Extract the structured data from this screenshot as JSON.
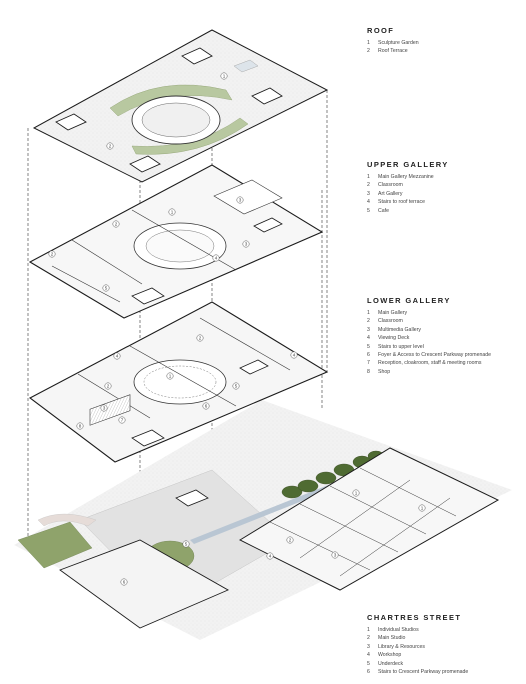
{
  "levels": {
    "roof": {
      "title": "ROOF",
      "items": [
        {
          "num": "1",
          "label": "Sculpture Garden"
        },
        {
          "num": "2",
          "label": "Roof Terrace"
        }
      ],
      "callouts": [
        "1",
        "2"
      ]
    },
    "upper": {
      "title": "UPPER GALLERY",
      "items": [
        {
          "num": "1",
          "label": "Main Gallery Mezzanine"
        },
        {
          "num": "2",
          "label": "Classroom"
        },
        {
          "num": "3",
          "label": "Art Gallery"
        },
        {
          "num": "4",
          "label": "Stairs to roof terrace"
        },
        {
          "num": "5",
          "label": "Cafe"
        }
      ],
      "callouts": [
        "1",
        "2",
        "3",
        "4",
        "5",
        "3",
        "2"
      ]
    },
    "lower": {
      "title": "LOWER GALLERY",
      "items": [
        {
          "num": "1",
          "label": "Main Gallery"
        },
        {
          "num": "2",
          "label": "Classroom"
        },
        {
          "num": "3",
          "label": "Multimedia Gallery"
        },
        {
          "num": "4",
          "label": "Viewing Deck"
        },
        {
          "num": "5",
          "label": "Stairs to upper level"
        },
        {
          "num": "6",
          "label": "Foyer & Access to Crescent Parkway promenade"
        },
        {
          "num": "7",
          "label": "Reception, cloakroom, staff & meeting rooms"
        },
        {
          "num": "8",
          "label": "Shop"
        }
      ],
      "callouts": [
        "1",
        "2",
        "3",
        "4",
        "4",
        "5",
        "6",
        "7",
        "8",
        "2"
      ]
    },
    "street": {
      "title": "CHARTRES STREET",
      "items": [
        {
          "num": "1",
          "label": "Individual Studios"
        },
        {
          "num": "2",
          "label": "Main Studio"
        },
        {
          "num": "3",
          "label": "Library & Resources"
        },
        {
          "num": "4",
          "label": "Workshop"
        },
        {
          "num": "5",
          "label": "Underdeck"
        },
        {
          "num": "6",
          "label": "Stairs to Crescent Parkway promenade"
        }
      ],
      "callouts": [
        "1",
        "2",
        "3",
        "4",
        "5",
        "6",
        "1"
      ]
    }
  },
  "colors": {
    "line": "#1c1c1c",
    "floor": "#f4f4f4",
    "garden": "#8fa36b",
    "trees": "#4f6b32",
    "water": "#b9c6d3",
    "paving": "#e4e4e4"
  }
}
